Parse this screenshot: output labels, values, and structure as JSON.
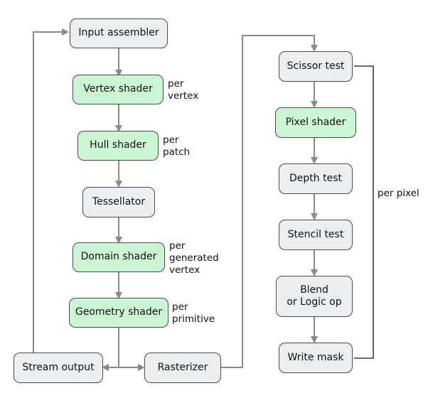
{
  "nodes": {
    "input_assembler": "Input assembler",
    "vertex_shader": "Vertex shader",
    "hull_shader": "Hull shader",
    "tessellator": "Tessellator",
    "domain_shader": "Domain shader",
    "geometry_shader": "Geometry shader",
    "stream_output": "Stream output",
    "rasterizer": "Rasterizer",
    "scissor_test": "Scissor test",
    "pixel_shader": "Pixel shader",
    "depth_test": "Depth test",
    "stencil_test": "Stencil test",
    "blend_logic_op": "Blend\nor Logic op",
    "write_mask": "Write mask"
  },
  "annotations": {
    "per_vertex": "per\nvertex",
    "per_patch": "per\npatch",
    "per_generated_vertex": "per\ngenerated\nvertex",
    "per_primitive": "per\nprimitive",
    "per_pixel": "per pixel"
  },
  "colors": {
    "fixed_stage": "#eceff1",
    "programmable_stage": "#ccf5d4",
    "border": "#4a4a4a",
    "arrow": "#8a8a8a"
  }
}
